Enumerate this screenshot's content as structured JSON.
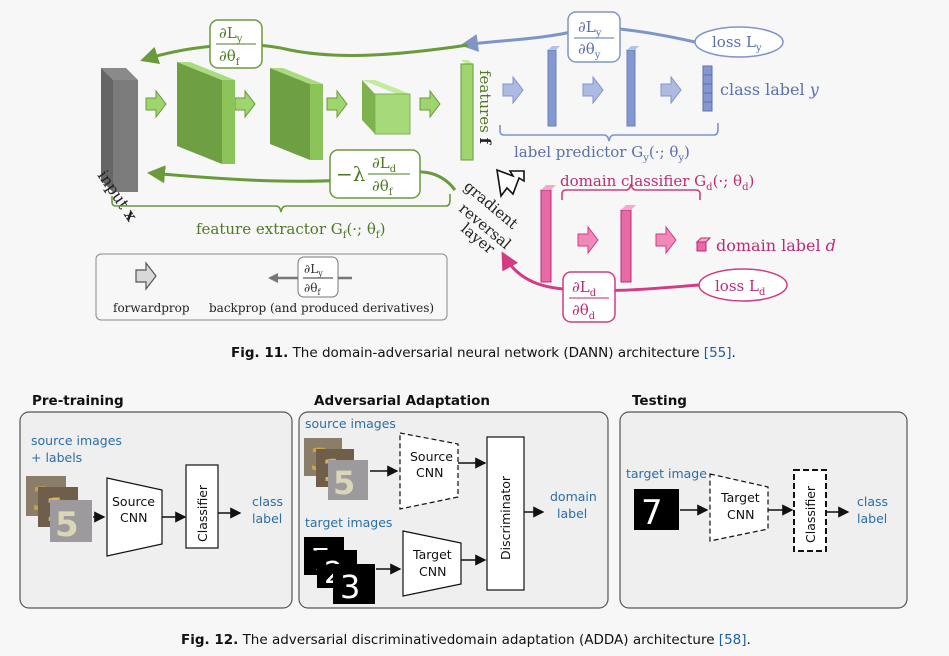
{
  "fig11": {
    "grad_y": {
      "num": "∂L",
      "num_sub": "y",
      "den": "∂θ",
      "den_sub": "f"
    },
    "grad_y_pred": {
      "num": "∂L",
      "num_sub": "y",
      "den": "∂θ",
      "den_sub": "y"
    },
    "grad_rev": {
      "prefix": "−λ",
      "num": "∂L",
      "num_sub": "d",
      "den": "∂θ",
      "den_sub": "f"
    },
    "grad_d": {
      "num": "∂L",
      "num_sub": "d",
      "den": "∂θ",
      "den_sub": "d"
    },
    "loss_y": {
      "text": "loss L",
      "sub": "y"
    },
    "loss_d": {
      "text": "loss L",
      "sub": "d"
    },
    "class_label": {
      "text": "class label ",
      "var": "y"
    },
    "domain_label": {
      "text": "domain label ",
      "var": "d"
    },
    "input": {
      "text": "input ",
      "var": "x"
    },
    "features": {
      "text": "features ",
      "var": "f"
    },
    "label_predictor": "label predictor G",
    "label_predictor_sub": "y",
    "label_predictor_args": "(·; θ",
    "label_predictor_argsub": "y",
    "domain_classifier": "domain classifier G",
    "domain_classifier_sub": "d",
    "domain_classifier_args": "(·; θ",
    "domain_classifier_argsub": "d",
    "feature_extractor": "feature extractor G",
    "feature_extractor_sub": "f",
    "feature_extractor_args": "(·; θ",
    "feature_extractor_argsub": "f",
    "grl_line1": "gradient",
    "grl_line2": "reversal",
    "grl_line3": "layer",
    "legend_forward": "forwardprop",
    "legend_backprop": "backprop (and produced derivatives)",
    "legend_grad": {
      "num": "∂L",
      "num_sub": "y",
      "den": "∂θ",
      "den_sub": "f"
    },
    "caption_label": "Fig. 11.",
    "caption_text": "The domain-adversarial neural network (DANN) architecture ",
    "caption_ref": "[55]",
    "caption_end": "."
  },
  "fig12": {
    "panel1": {
      "title": "Pre-training",
      "input_label_1": "source images",
      "input_label_2": "+ labels",
      "cnn_1": "Source",
      "cnn_2": "CNN",
      "classifier": "Classifier",
      "out_1": "class",
      "out_2": "label"
    },
    "panel2": {
      "title": "Adversarial Adaptation",
      "source_label": "source images",
      "target_label": "target images",
      "src_cnn_1": "Source",
      "src_cnn_2": "CNN",
      "tgt_cnn_1": "Target",
      "tgt_cnn_2": "CNN",
      "disc": "Discriminator",
      "out_1": "domain",
      "out_2": "label"
    },
    "panel3": {
      "title": "Testing",
      "input_label": "target image",
      "cnn_1": "Target",
      "cnn_2": "CNN",
      "classifier": "Classifier",
      "out_1": "class",
      "out_2": "label"
    },
    "caption_label": "Fig. 12.",
    "caption_text": "The adversarial discriminativedomain adaptation (ADDA) architecture ",
    "caption_ref": "[58]",
    "caption_end": "."
  },
  "colors": {
    "green": "#6a9a3a",
    "green_light": "#a5d97a",
    "blue": "#7f95c8",
    "pink": "#d23c82",
    "text_blue": "#2b6ea8"
  }
}
